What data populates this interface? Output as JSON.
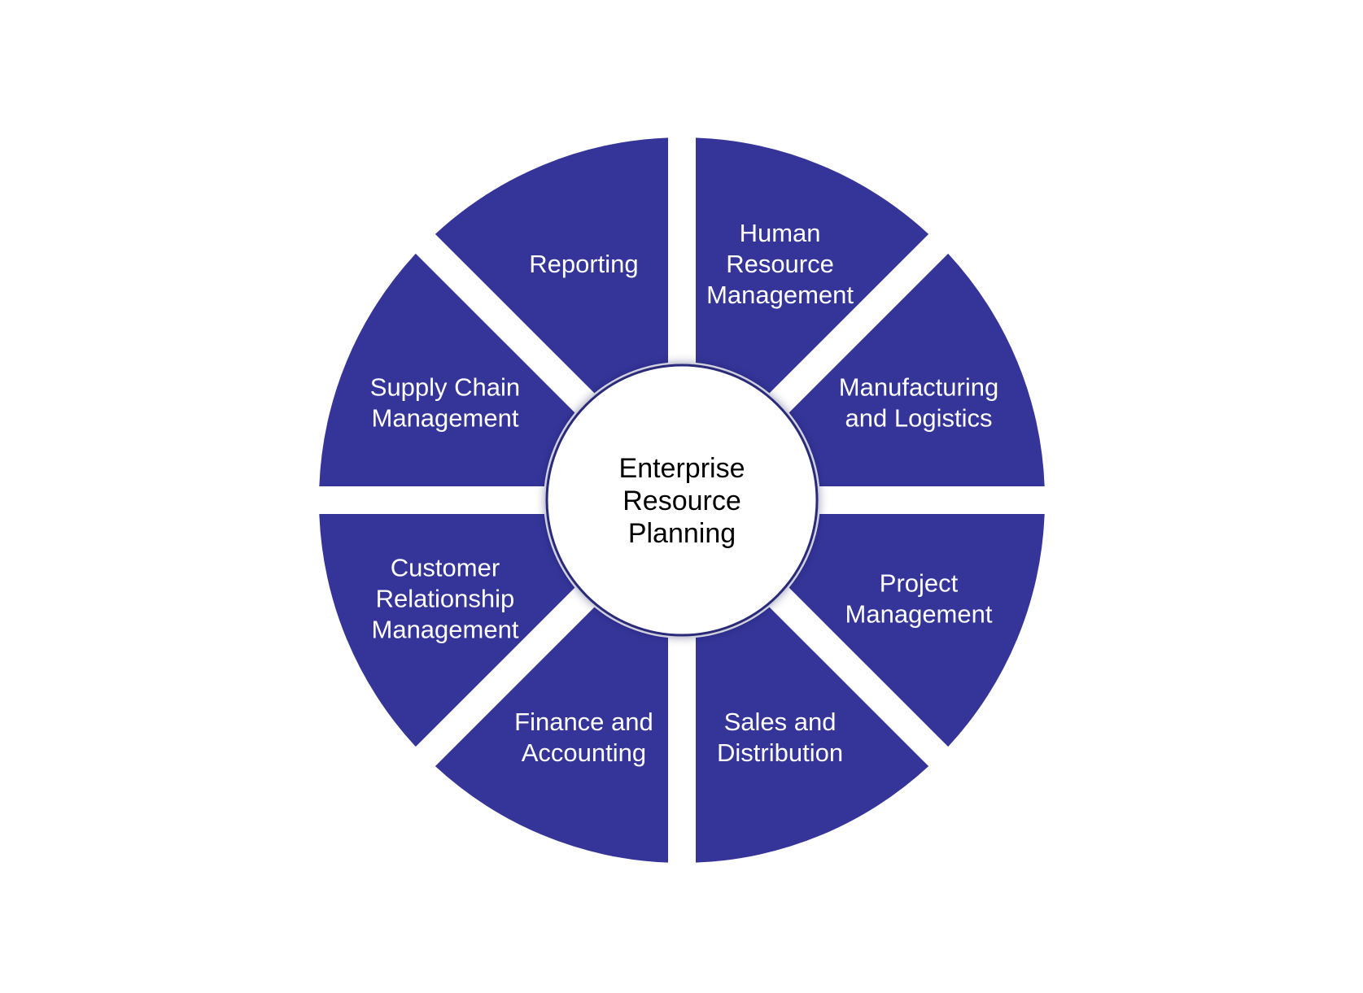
{
  "diagram": {
    "hub": {
      "lines": [
        "Enterprise",
        "Resource",
        "Planning"
      ]
    },
    "segments": [
      {
        "id": "human-resource-management",
        "lines": [
          "Human",
          "Resource",
          "Management"
        ]
      },
      {
        "id": "manufacturing-and-logistics",
        "lines": [
          "Manufacturing",
          "and Logistics"
        ]
      },
      {
        "id": "project-management",
        "lines": [
          "Project",
          "Management"
        ]
      },
      {
        "id": "sales-and-distribution",
        "lines": [
          "Sales and",
          "Distribution"
        ]
      },
      {
        "id": "finance-and-accounting",
        "lines": [
          "Finance and",
          "Accounting"
        ]
      },
      {
        "id": "customer-relationship-management",
        "lines": [
          "Customer",
          "Relationship",
          "Management"
        ]
      },
      {
        "id": "supply-chain-management",
        "lines": [
          "Supply Chain",
          "Management"
        ]
      },
      {
        "id": "reporting",
        "lines": [
          "Reporting"
        ]
      }
    ],
    "colors": {
      "segment_fill": "#353599",
      "hub_fill": "#ffffff",
      "hub_stroke": "#2c2c7a",
      "segment_text": "#ffffff",
      "hub_text": "#000000"
    }
  }
}
